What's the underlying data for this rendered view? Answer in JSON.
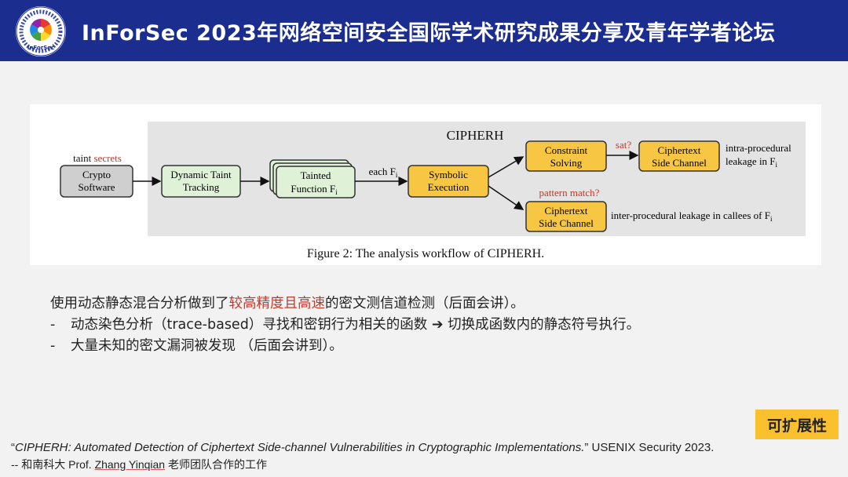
{
  "header": {
    "title": "InForSec 2023年网络空间安全国际学术研究成果分享及青年学者论坛",
    "logo_icon": "inforsec-logo",
    "logo_text": "InForSec",
    "background": "#1b2d8f"
  },
  "diagram": {
    "panel_title": "CIPHERH",
    "caption": "Figure 2: The analysis workflow of CIPHERH.",
    "input_label_prefix": "taint ",
    "input_label_red": "secrets",
    "nodes": {
      "crypto_line1": "Crypto",
      "crypto_line2": "Software",
      "dynamic_line1": "Dynamic Taint",
      "dynamic_line2": "Tracking",
      "tainted_line1": "Tainted",
      "tainted_line2": "Function F",
      "symbolic_line1": "Symbolic",
      "symbolic_line2": "Execution",
      "constraint_line1": "Constraint",
      "constraint_line2": "Solving",
      "cipher_sc_line1": "Ciphertext",
      "cipher_sc_line2": "Side Channel",
      "cipher_sc2_line1": "Ciphertext",
      "cipher_sc2_line2": "Side Channel"
    },
    "edge_labels": {
      "each": "each F",
      "sat": "sat?",
      "pattern": "pattern match?"
    },
    "outputs": {
      "intra_line1": "intra-procedural",
      "intra_line2": "leakage in F",
      "inter": "inter-procedural leakage in callees of F"
    },
    "subscript": "i",
    "colors": {
      "gray_box": "#cfcfcf",
      "green_box": "#dff2d8",
      "yellow_box": "#f7c744",
      "panel_bg": "#e4e4e4",
      "red_text": "#c0392b"
    }
  },
  "bullets": {
    "line1_a": "使用动态静态混合分析做到了",
    "line1_red": "较高精度且高速",
    "line1_b": "的密文测信道检测（后面会讲）。",
    "line2_dash": "-",
    "line2_a": "动态染色分析（trace-based）寻找和密钥行为相关的函数 ",
    "line2_arrow": "➔",
    "line2_b": " 切换成函数内的静态符号执行。",
    "line3_dash": "-",
    "line3": "大量未知的密文漏洞被发现 （后面会讲到）。"
  },
  "tag": "可扩展性",
  "citation": {
    "open_quote": "“",
    "title_italic": "CIPHERH: Automated Detection of Ciphertext Side-channel Vulnerabilities in Cryptographic Implementations.",
    "rest": "” USENIX Security 2023."
  },
  "credit": {
    "prefix": "-- 和南科大 Prof. ",
    "name": "Zhang Yinqian",
    "suffix": " 老师团队合作的工作"
  }
}
